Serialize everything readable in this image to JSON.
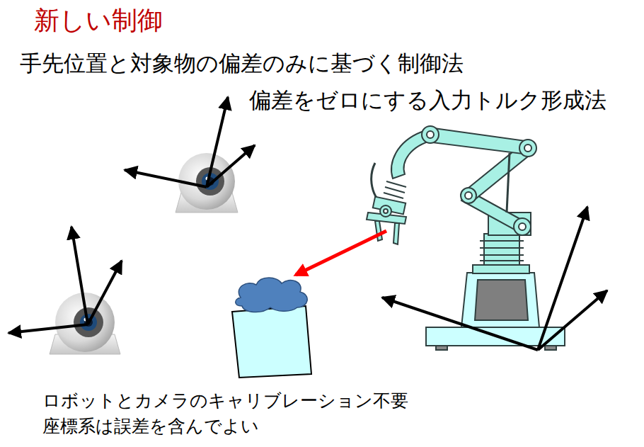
{
  "diagram": {
    "title": "新しい制御",
    "labels": [
      "手先位置と対象物の偏差のみに基づく制御法",
      "偏差をゼロにする入力トルク形成法",
      "ロボットとカメラのキャリブレーション不要",
      "座標系は誤差を含んでよい"
    ]
  }
}
